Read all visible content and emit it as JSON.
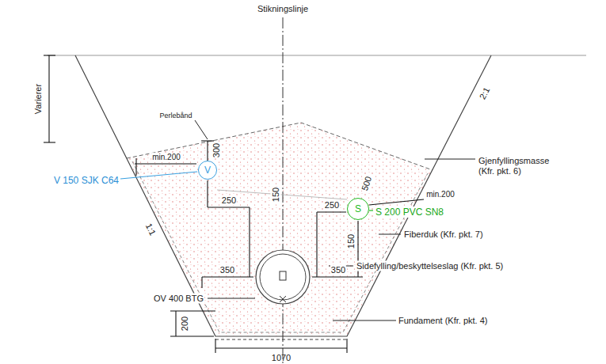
{
  "diagram": {
    "nodes": [
      {
        "text": [
          "V"
        ]
      },
      {
        "text": [
          "S"
        ]
      }
    ],
    "labels": [
      "Stikningslinje",
      "Varierer",
      "Perlebånd",
      "300",
      "min.200",
      "V 150 SJK C64",
      "250",
      "150",
      "500",
      "min.200",
      "S 200 PVC SN8",
      "250",
      "150",
      "Gjenfyllingsmasse (Kfr. pkt. 6)",
      "2:1",
      "Fiberduk (Kfr. pkt. 7)",
      "Sidefylling/beskyttelseslag (Kfr. pkt. 5)",
      "1:1",
      "350",
      "350",
      "OV 400 BTG",
      "200",
      "Fundament (Kfr. pkt. 4)",
      "1070"
    ]
  }
}
